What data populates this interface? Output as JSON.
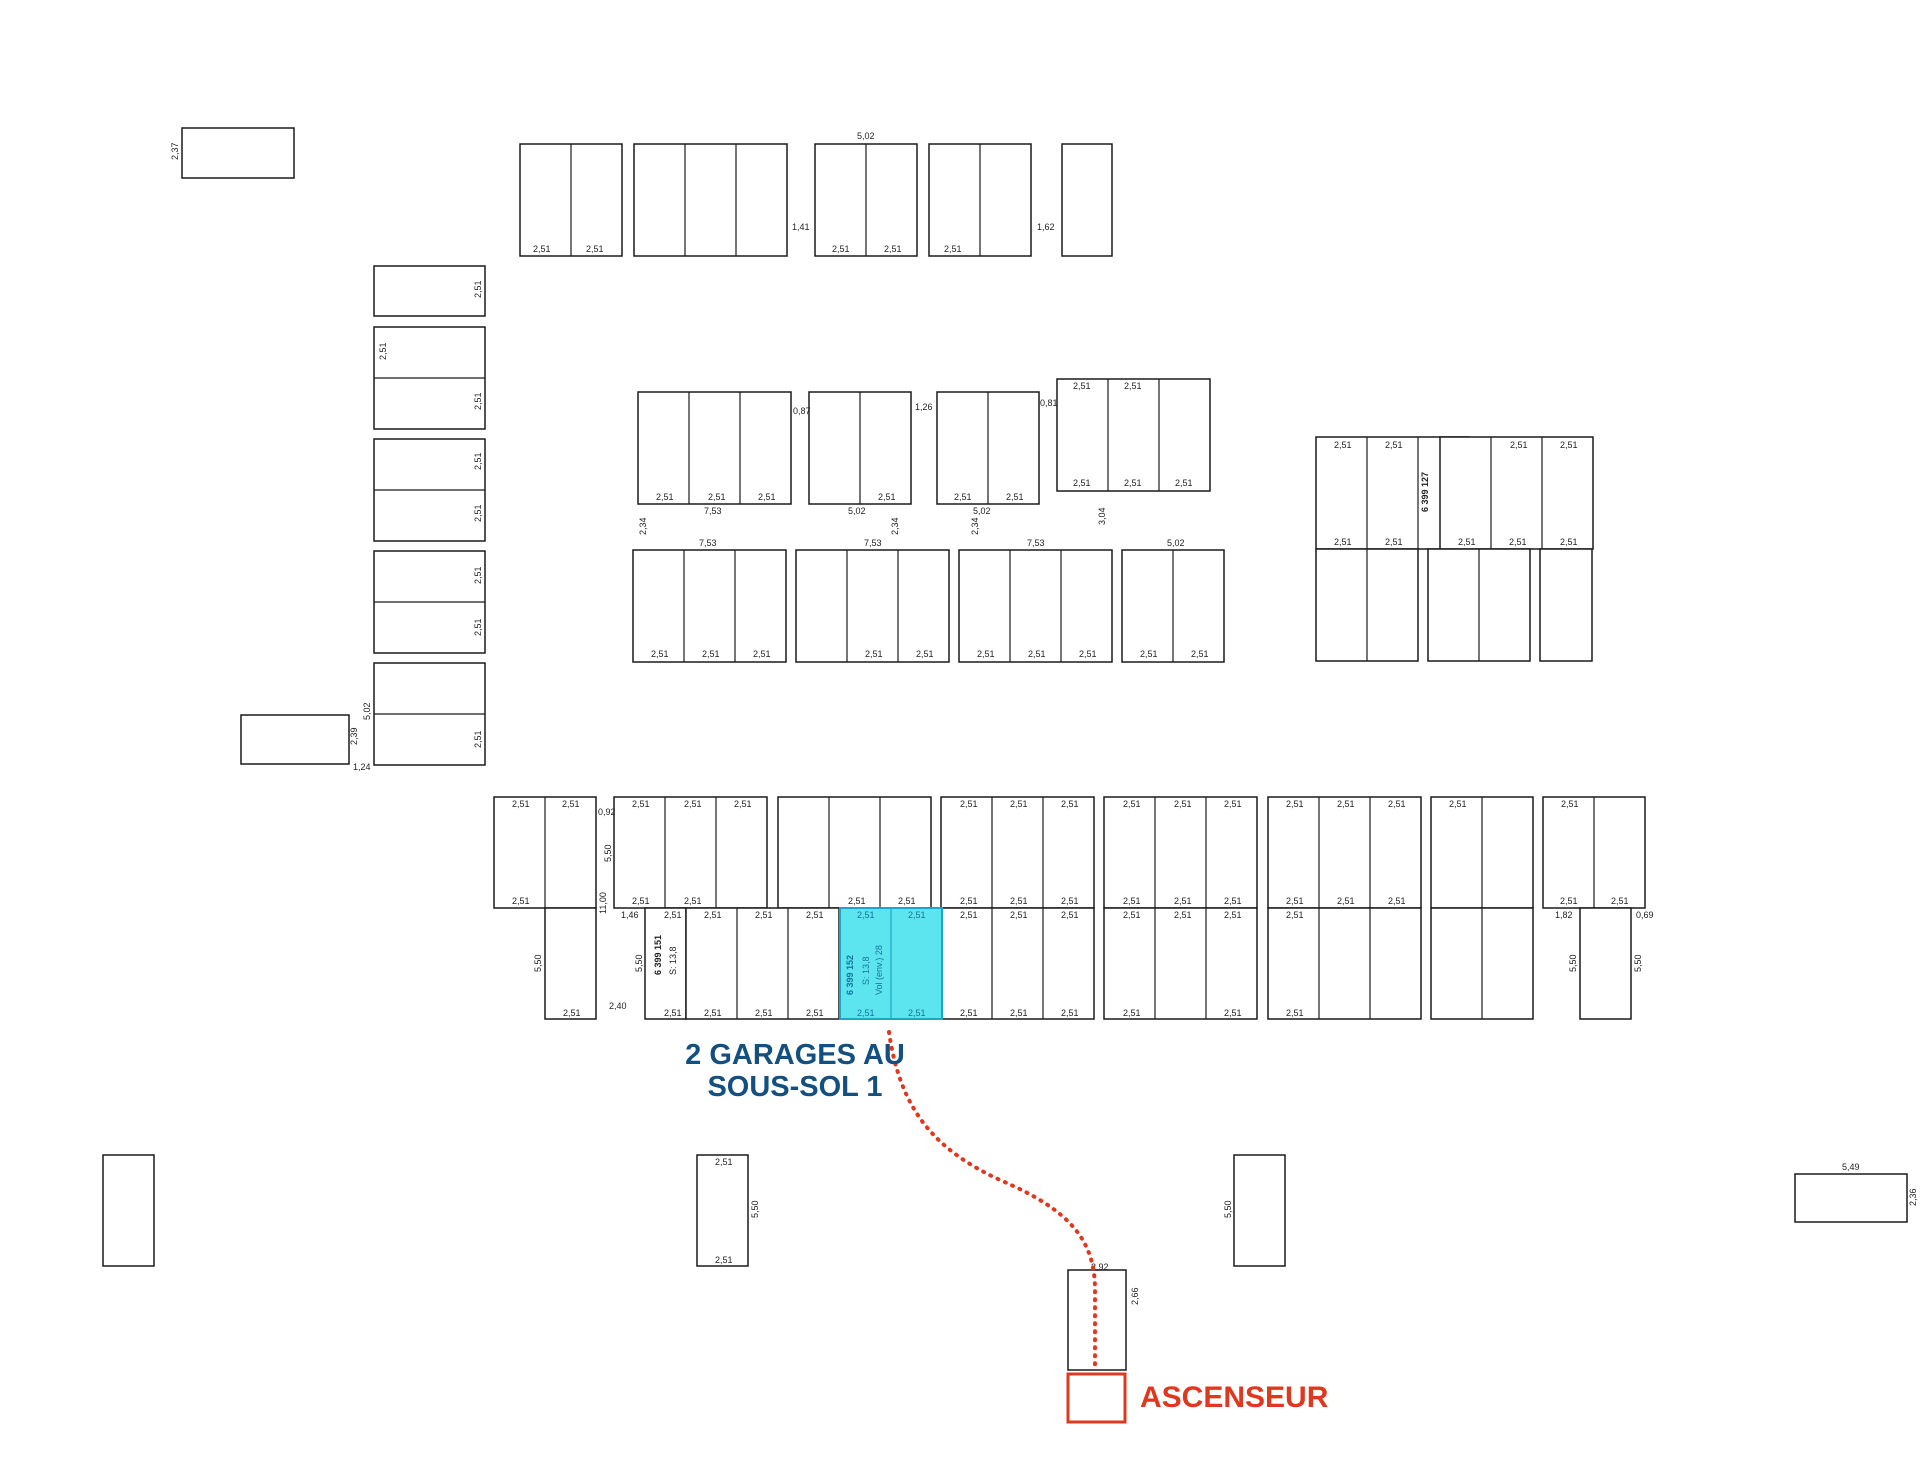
{
  "colors": {
    "outline": "#1a1a1a",
    "highlight_fill": "#5ce5ee",
    "callout_blue": "#14507f",
    "elevator_red": "#e0381f"
  },
  "callout": {
    "line1": "2 GARAGES AU",
    "line2": "SOUS-SOL 1"
  },
  "elevator": {
    "label": "ASCENSEUR"
  },
  "highlight": {
    "lot_number": "6 399 152",
    "area": "S: 13,8",
    "volume": "Vol (env.) 28",
    "top_left": "2,51",
    "top_right": "2,51",
    "bottom_left": "2,51",
    "bottom_right": "2,51"
  },
  "labels": {
    "lot_151": "6 399 151",
    "lot_151_area": "S: 13,8",
    "lot_127": "6 399 127",
    "d_237": "2,37",
    "d_502": "5,02",
    "d_141": "1,41",
    "d_162": "1,62",
    "d_087": "0,87",
    "d_126": "1,26",
    "d_081": "0,81",
    "d_753": "7,53",
    "d_234": "2,34",
    "d_304": "3,04",
    "d_239": "2,39",
    "d_124": "1,24",
    "d_092": "0,92",
    "d_550": "5,50",
    "d_1100": "11,00",
    "d_146": "1,46",
    "d_240": "2,40",
    "d_182": "1,82",
    "d_069": "0,69",
    "d_549": "5,49",
    "d_236": "2,36",
    "d_266": "2,66",
    "d_292": "2,92",
    "d_251": "2,51"
  }
}
